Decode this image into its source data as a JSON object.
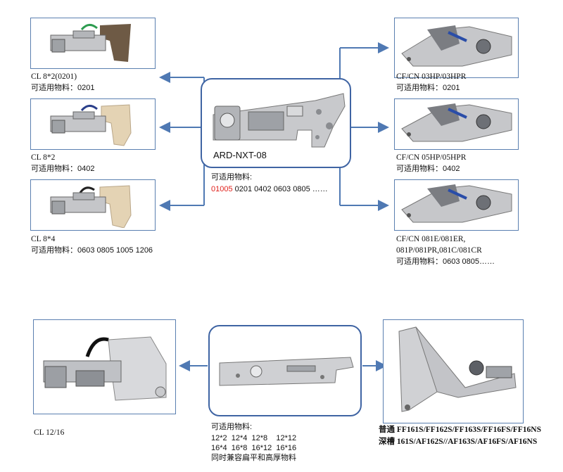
{
  "top": {
    "center": {
      "model": "ARD-NXT-08",
      "applicable_label": "可适用物料:",
      "sizes_highlight": "01005",
      "sizes_rest": " 0201 0402 0603 0805 ……"
    },
    "left": [
      {
        "name": "CL 8*2(0201)",
        "applicable": "可适用物料：0201"
      },
      {
        "name": "CL 8*2",
        "applicable": "可适用物料：0402"
      },
      {
        "name": "CL 8*4",
        "applicable": "可适用物料：0603 0805 1005 1206"
      }
    ],
    "right": [
      {
        "name": "CF/CN 03HP/03HPR",
        "applicable": "可适用物料：0201"
      },
      {
        "name": "CF/CN 05HP/05HPR",
        "applicable": "可适用物料：0402"
      },
      {
        "name": "CF/CN 081E/081ER,",
        "name2": "081P/081PR,081C/081CR",
        "applicable": "可适用物料：0603 0805……"
      }
    ]
  },
  "bottom": {
    "left_label": "CL 12/16",
    "center": {
      "applicable_label": "可适用物料:",
      "row1": "12*2  12*4  12*8    12*12",
      "row2": "16*4  16*8  16*12  16*16",
      "row3": "同时兼容扁平和高厚物料"
    },
    "right": {
      "row1_prefix": "普通",
      "row1_models": "FF161S/FF162S/FF163S/FF16FS/FF16NS",
      "row2_prefix": "深槽",
      "row2_models": "161S/AF162S//AF163S/AF16FS/AF16NS"
    }
  },
  "colors": {
    "connector": "#4f79b3",
    "box_border": "#5a7fb0",
    "highlight": "#e0201b"
  }
}
